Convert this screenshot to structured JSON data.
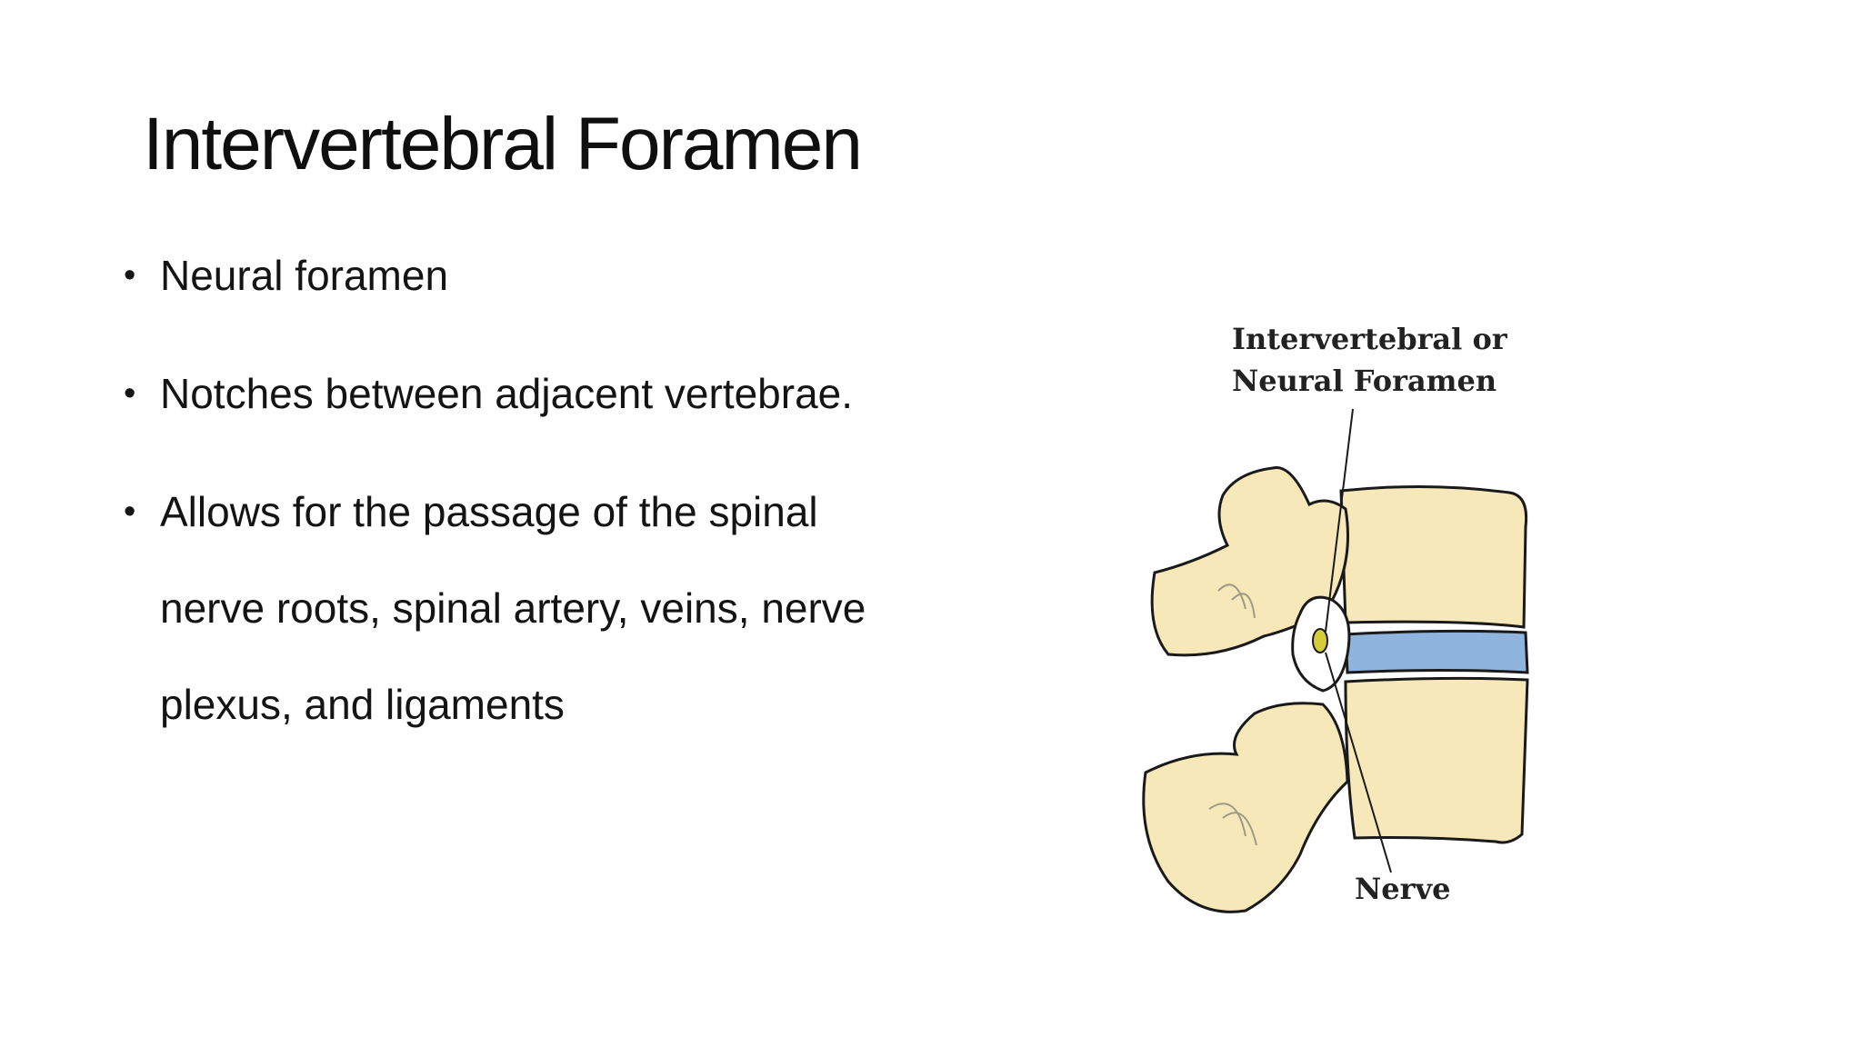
{
  "slide": {
    "title": "Intervertebral Foramen",
    "bullets": [
      {
        "text": "Neural foramen"
      },
      {
        "text": "Notches between adjacent vertebrae."
      },
      {
        "text": "Allows for the passage of the spinal nerve roots, spinal artery, veins, nerve plexus, and ligaments"
      }
    ]
  },
  "figure": {
    "label_top_line1": "Intervertebral or",
    "label_top_line2": "Neural Foramen",
    "label_bottom": "Nerve",
    "colors": {
      "bone": "#f6e8b8",
      "disc": "#8fb4de",
      "outline": "#1a1a1a",
      "nerve": "#d6cc3a"
    }
  }
}
